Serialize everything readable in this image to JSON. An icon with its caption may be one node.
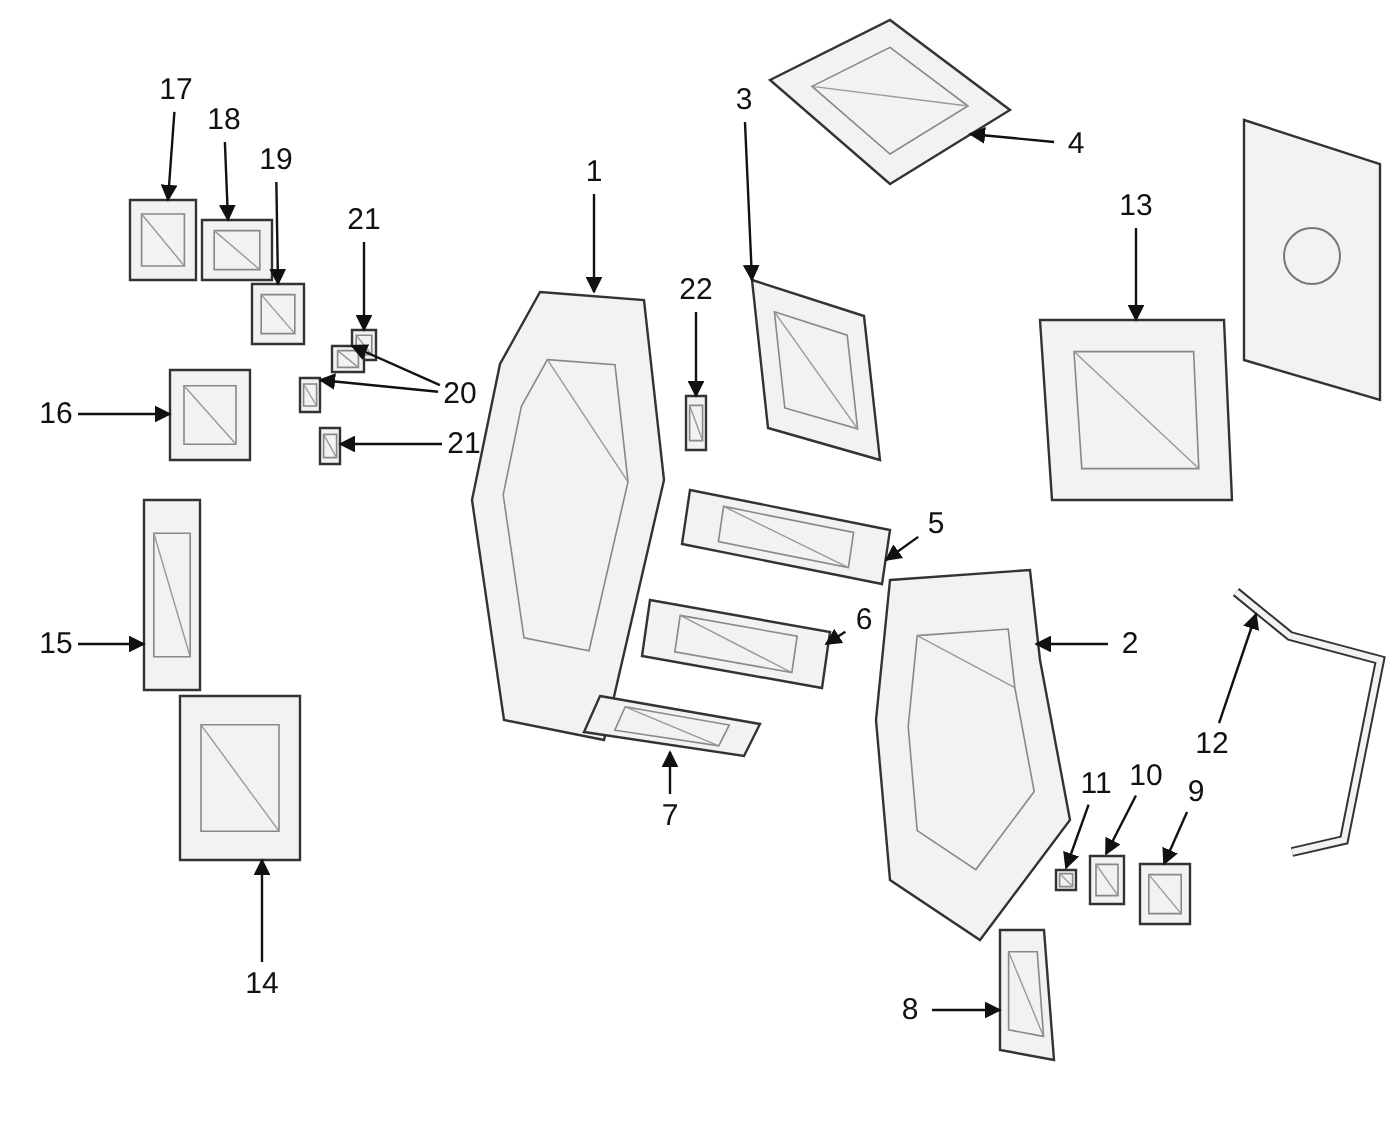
{
  "diagram": {
    "nodes": [
      {
        "text": [
          "17"
        ]
      },
      {
        "text": [
          "3"
        ]
      },
      {
        "text": [
          "18"
        ]
      },
      {
        "text": [
          "4"
        ]
      },
      {
        "text": [
          "19"
        ]
      },
      {
        "text": [
          "1"
        ]
      },
      {
        "text": [
          "13"
        ]
      },
      {
        "text": [
          "21"
        ]
      },
      {
        "text": [
          "22"
        ]
      },
      {
        "text": [
          "20"
        ]
      },
      {
        "text": [
          "16"
        ]
      },
      {
        "text": [
          "21"
        ]
      },
      {
        "text": [
          "5"
        ]
      },
      {
        "text": [
          "6"
        ]
      },
      {
        "text": [
          "15"
        ]
      },
      {
        "text": [
          "2"
        ]
      },
      {
        "text": [
          "11"
        ]
      },
      {
        "text": [
          "10"
        ]
      },
      {
        "text": [
          "9"
        ]
      },
      {
        "text": [
          "12"
        ]
      },
      {
        "text": [
          "7"
        ]
      },
      {
        "text": [
          "14"
        ]
      },
      {
        "text": [
          "8"
        ]
      },
      {
        "text": [],
        "shape": "picture"
      },
      {
        "text": [],
        "shape": "picture"
      },
      {
        "text": [],
        "shape": "picture"
      },
      {
        "text": [],
        "shape": "picture"
      },
      {
        "text": [],
        "shape": "picture"
      },
      {
        "text": [],
        "shape": "picture"
      },
      {
        "text": [],
        "shape": "picture"
      },
      {
        "text": [],
        "shape": "picture"
      },
      {
        "text": [],
        "shape": "picture"
      },
      {
        "text": [],
        "shape": "picture"
      },
      {
        "text": [],
        "shape": "picture"
      },
      {
        "text": [],
        "shape": "picture"
      },
      {
        "text": [],
        "shape": "picture"
      },
      {
        "text": [],
        "shape": "picture"
      },
      {
        "text": [],
        "shape": "picture"
      },
      {
        "text": [],
        "shape": "picture"
      },
      {
        "text": [],
        "shape": "picture"
      },
      {
        "text": [],
        "shape": "picture"
      },
      {
        "text": [],
        "shape": "picture"
      },
      {
        "text": [],
        "shape": "picture"
      },
      {
        "text": [],
        "shape": "picture"
      },
      {
        "text": [],
        "shape": "picture"
      },
      {
        "text": [],
        "shape": "picture"
      },
      {
        "text": [],
        "shape": "picture"
      }
    ],
    "edges": [
      {
        "from": 0,
        "to": 23,
        "arrow": "to"
      },
      {
        "from": 1,
        "to": 24,
        "arrow": "to"
      },
      {
        "from": 2,
        "to": 25,
        "arrow": "to"
      },
      {
        "from": 3,
        "to": 26,
        "arrow": "to"
      },
      {
        "from": 4,
        "to": 27,
        "arrow": "to"
      },
      {
        "from": 5,
        "to": 28,
        "arrow": "to"
      },
      {
        "from": 6,
        "to": 29,
        "arrow": "to"
      },
      {
        "from": 7,
        "to": 30,
        "arrow": "to"
      },
      {
        "from": 8,
        "to": 31,
        "arrow": "to"
      },
      {
        "from": 9,
        "to": 32,
        "arrow": "to"
      },
      {
        "from": 9,
        "to": 33,
        "arrow": "to"
      },
      {
        "from": 10,
        "to": 34,
        "arrow": "to"
      },
      {
        "from": 11,
        "to": 35,
        "arrow": "to"
      },
      {
        "from": 12,
        "to": 36,
        "arrow": "to"
      },
      {
        "from": 13,
        "to": 37,
        "arrow": "to"
      },
      {
        "from": 14,
        "to": 38,
        "arrow": "to"
      },
      {
        "from": 15,
        "to": 39,
        "arrow": "to"
      },
      {
        "from": 16,
        "to": 40,
        "arrow": "to"
      },
      {
        "from": 17,
        "to": 41,
        "arrow": "to"
      },
      {
        "from": 18,
        "to": 42,
        "arrow": "to"
      },
      {
        "from": 19,
        "to": 43,
        "arrow": "to"
      },
      {
        "from": 20,
        "to": 44,
        "arrow": "to"
      },
      {
        "from": 21,
        "to": 45,
        "arrow": "to"
      },
      {
        "from": 22,
        "to": 46,
        "arrow": "to"
      }
    ]
  }
}
